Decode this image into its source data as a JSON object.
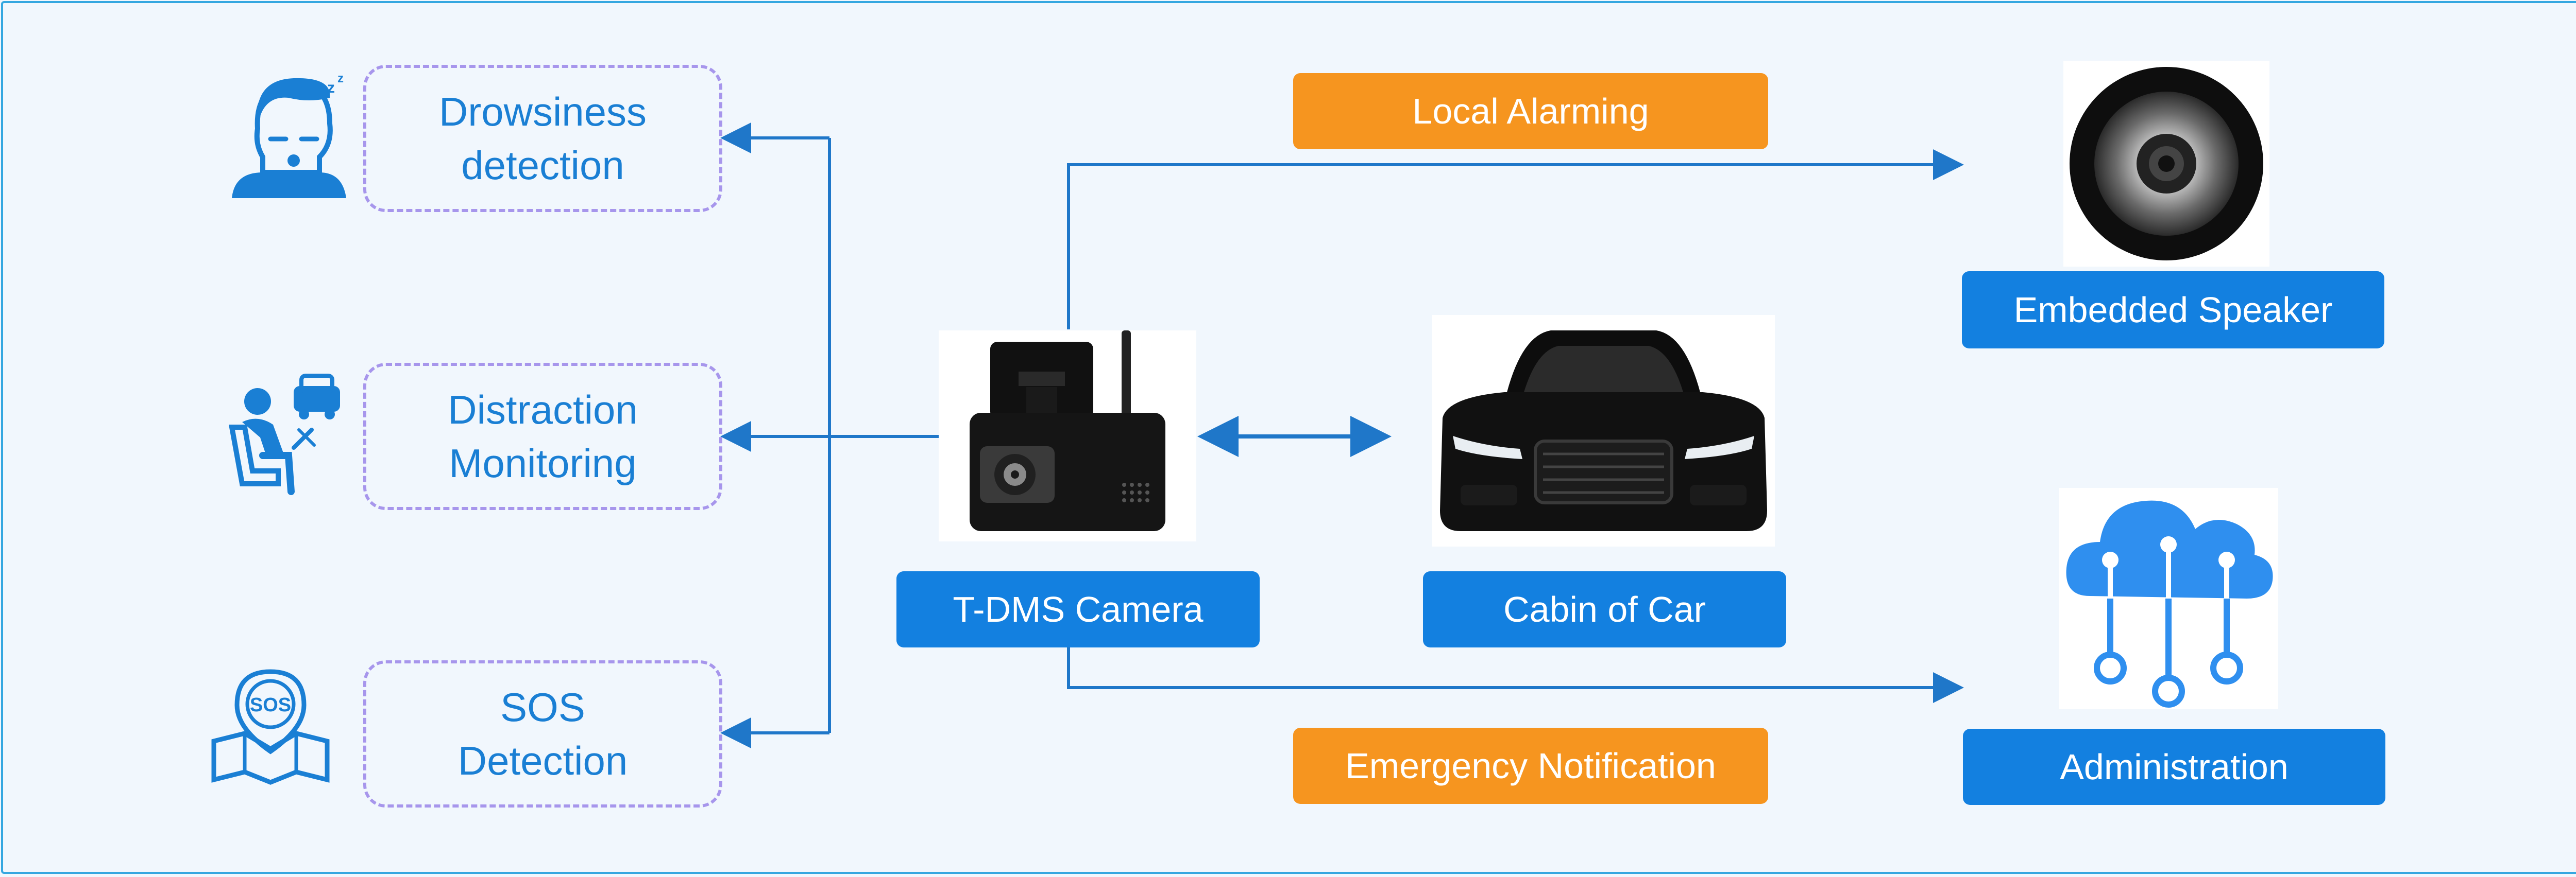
{
  "colors": {
    "accent_blue": "#1380e0",
    "arrow_blue": "#1f77c9",
    "orange": "#f6951f",
    "dashed_purple": "#a796ec",
    "background": "#f1f7fd",
    "border": "#35a7e0"
  },
  "features": [
    {
      "line1": "Drowsiness",
      "line2": "detection",
      "icon": "drowsy-person-icon"
    },
    {
      "line1": "Distraction",
      "line2": "Monitoring",
      "icon": "distracted-driver-icon"
    },
    {
      "line1": "SOS",
      "line2": "Detection",
      "icon": "sos-map-icon"
    }
  ],
  "devices": {
    "camera_label": "T-DMS Camera",
    "cabin_label": "Cabin of Car",
    "speaker_label": "Embedded Speaker",
    "admin_label": "Administration"
  },
  "outputs": {
    "local_alarming": "Local Alarming",
    "emergency_notification": "Emergency Notification"
  },
  "icons": {
    "camera": "dashcam-device-icon",
    "car": "car-front-icon",
    "speaker": "speaker-icon",
    "cloud": "cloud-network-icon"
  }
}
